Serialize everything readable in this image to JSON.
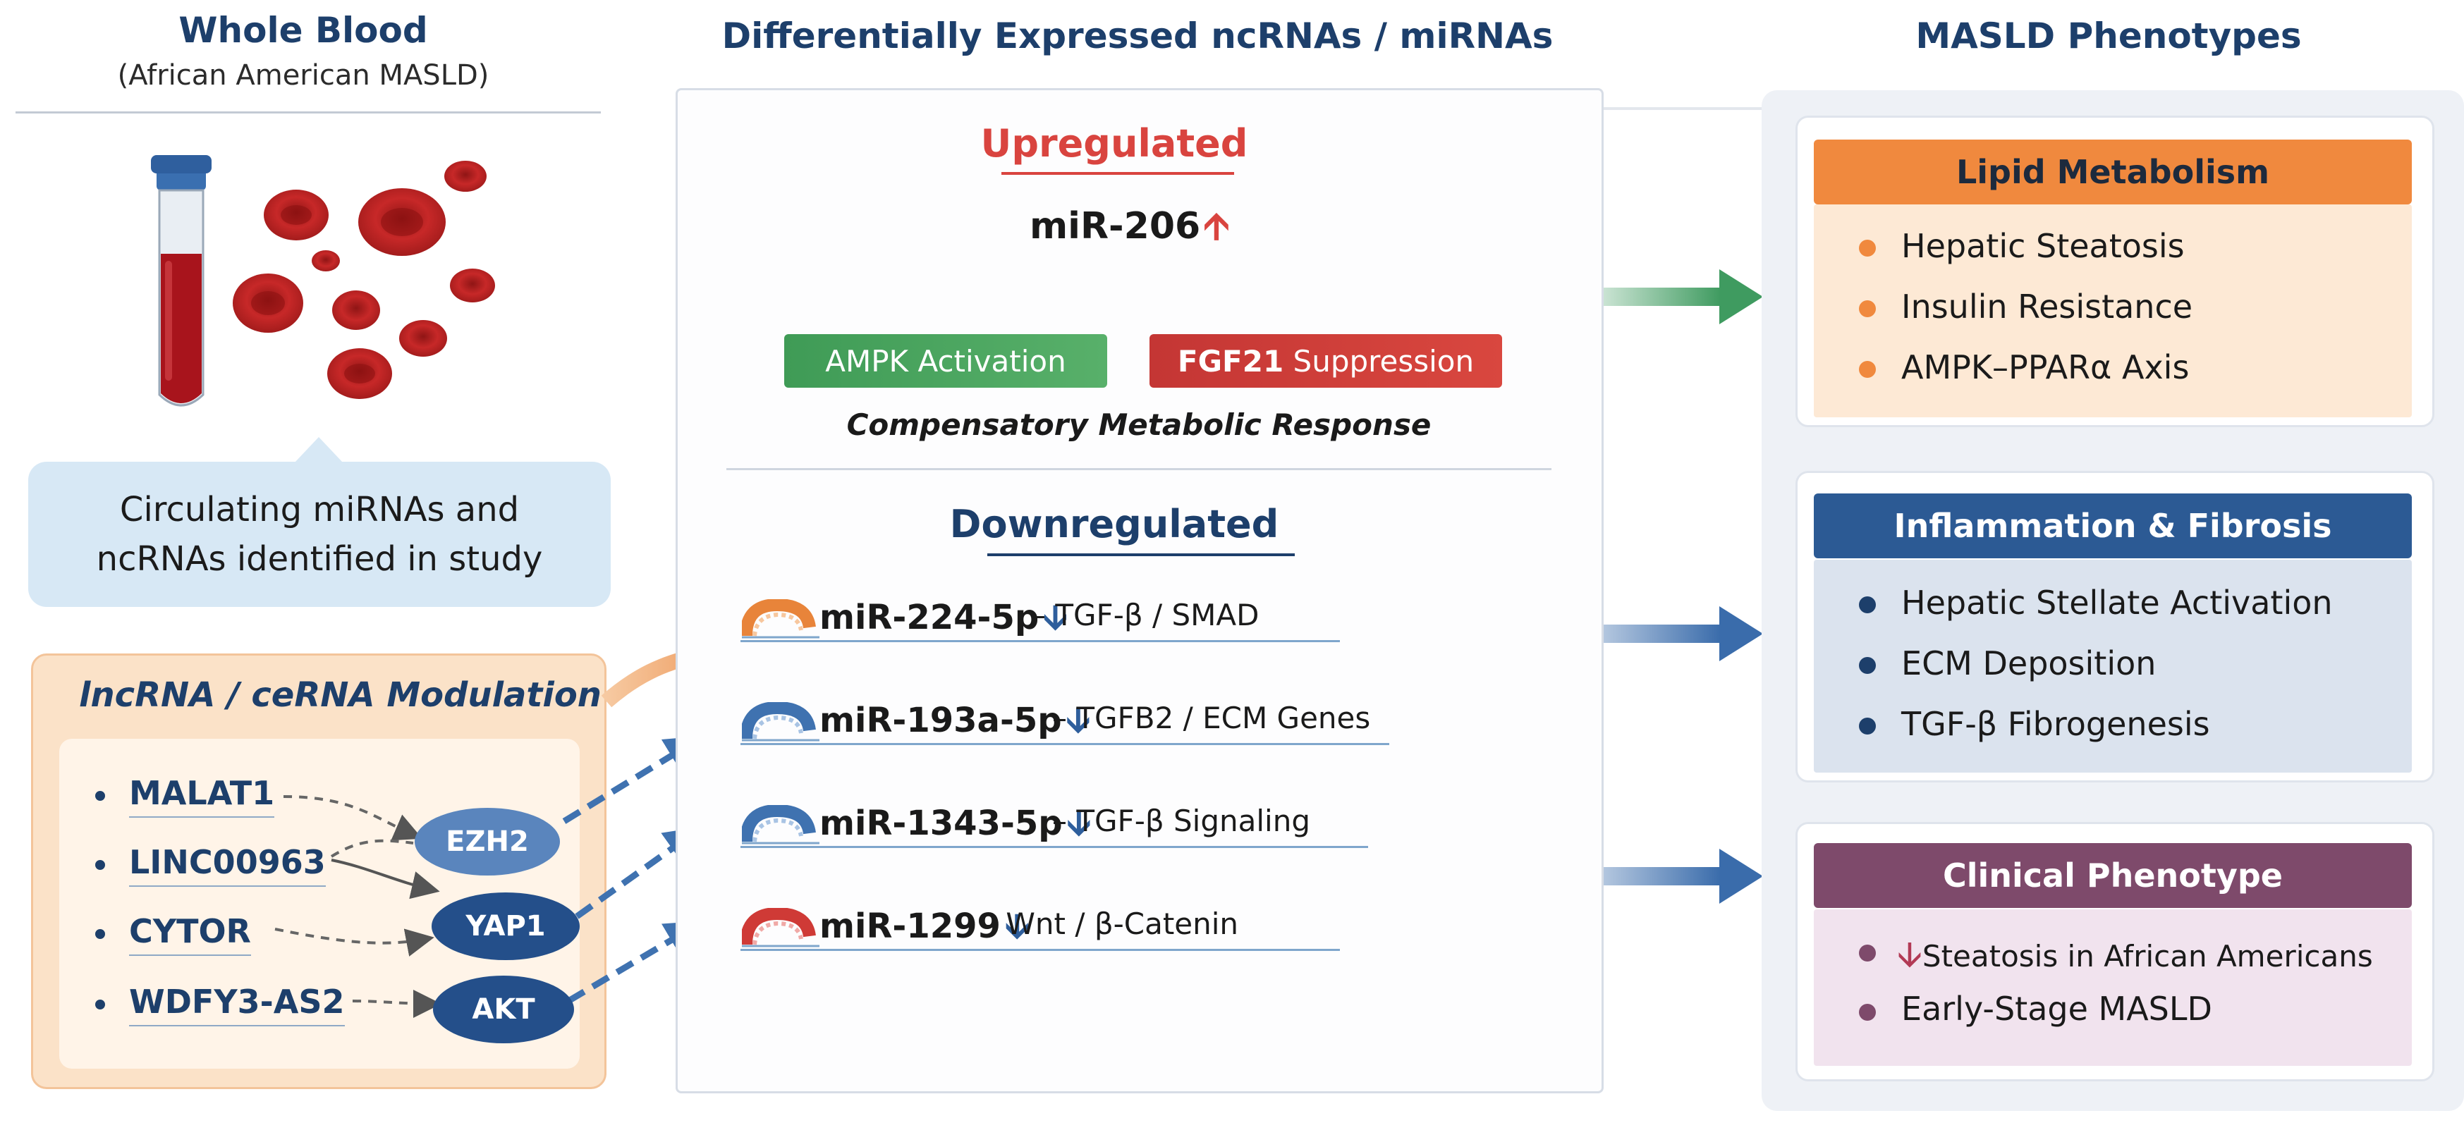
{
  "left": {
    "title": "Whole Blood",
    "subtitle": "(African American MASLD)",
    "callout_line1": "Circulating miRNAs and",
    "callout_line2": "ncRNAs identified in study",
    "lncrna_title": "lncRNA / ceRNA Modulation",
    "genes": [
      "MALAT1",
      "LINC00963",
      "CYTOR",
      "WDFY3-AS2"
    ],
    "hubs": [
      "EZH2",
      "YAP1",
      "AKT"
    ]
  },
  "middle": {
    "title": "Differentially Expressed ncRNAs / miRNAs",
    "up_heading": "Upregulated",
    "up_mirna": "miR-206",
    "ampk_label": "AMPK Activation",
    "fgf_label_bold": "FGF21",
    "fgf_label_rest": " Suppression",
    "response_label": "Compensatory Metabolic Response",
    "down_heading": "Downregulated",
    "down_mirnas": [
      {
        "name": "miR-224-5p",
        "target": "– TGF-β / SMAD"
      },
      {
        "name": "miR-193a-5p",
        "target": "– TGFB2 / ECM Genes"
      },
      {
        "name": "miR-1343-5p",
        "target": "– TGF-β Signaling"
      },
      {
        "name": "miR-1299",
        "target": "– Wnt / β-Catenin"
      }
    ]
  },
  "right": {
    "title": "MASLD Phenotypes",
    "cards": [
      {
        "heading": "Lipid Metabolism",
        "items": [
          "Hepatic Steatosis",
          "Insulin Resistance",
          "AMPK–PPARα Axis"
        ]
      },
      {
        "heading": "Inflammation & Fibrosis",
        "items": [
          "Hepatic Stellate Activation",
          "ECM Deposition",
          "TGF-β Fibrogenesis"
        ]
      },
      {
        "heading": "Clinical Phenotype",
        "items": [
          "Steatosis in African Americans",
          "Early-Stage MASLD"
        ]
      }
    ]
  },
  "colors": {
    "navy": "#1d3f6b",
    "up_red": "#d9443f",
    "down_blue": "#2e5e9c",
    "ampk_green": "#4aa35a",
    "fgf_red": "#d03d3b",
    "lipid_orange": "#f0893e",
    "fibrosis_blue": "#2c5a94",
    "clinical_purple": "#7e4a6b"
  },
  "icons": [
    "blood-tube-icon",
    "red-blood-cell-icon",
    "mirna-hairpin-icon",
    "up-arrow-icon",
    "down-arrow-icon"
  ]
}
